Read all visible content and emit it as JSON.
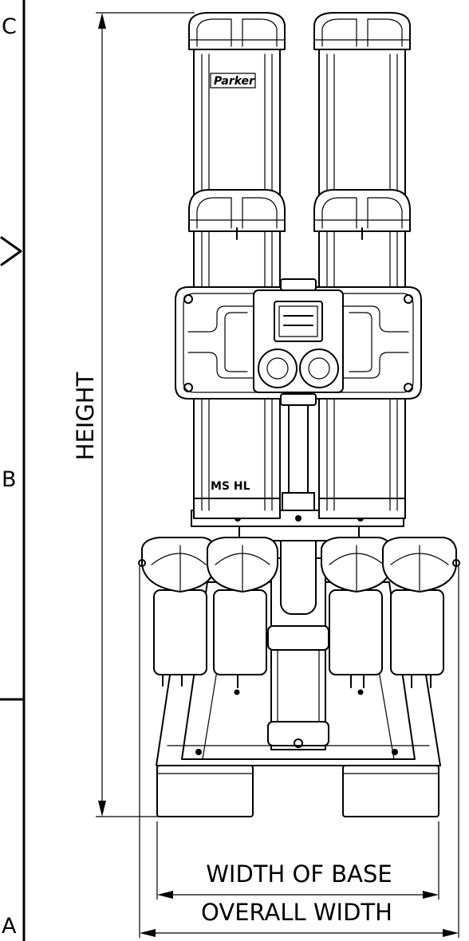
{
  "dimensions": {
    "height_label": "HEIGHT",
    "width_of_base_label": "WIDTH OF BASE",
    "overall_width_label": "OVERALL WIDTH"
  },
  "zones": {
    "top": "C",
    "middle": "B",
    "bottom": "A"
  },
  "product": {
    "brand_mark": "Parker",
    "model_label": "MS HL"
  }
}
